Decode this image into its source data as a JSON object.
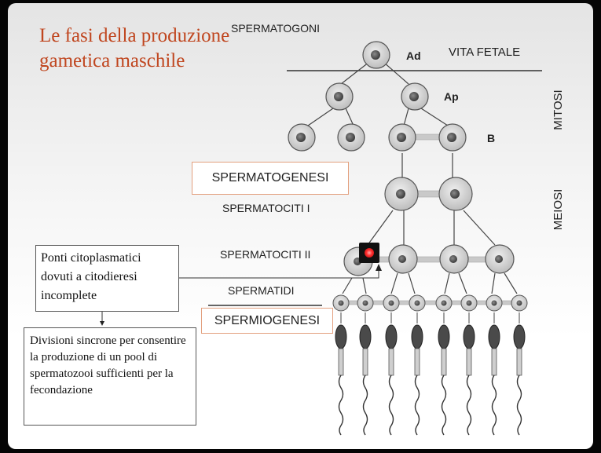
{
  "slide": {
    "title": "Le fasi della produzione gametica maschile"
  },
  "labels": {
    "spermatogoni": "SPERMATOGONI",
    "ad": "Ad",
    "ap": "Ap",
    "b": "B",
    "vita_fetale": "VITA FETALE",
    "mitosi": "MITOSI",
    "meiosi": "MEIOSI",
    "spermatogenesi": "SPERMATOGENESI",
    "spermatociti_1": "SPERMATOCITI I",
    "spermatociti_2": "SPERMATOCITI II",
    "spermatidi": "SPERMATIDI",
    "spermiogenesi": "SPERMIOGENESI"
  },
  "notes": {
    "ponti": "Ponti citoplasmatici dovuti a citodieresi incomplete",
    "divisioni": "Divisioni sincrone per consentire la produzione di un pool di spermatozooi sufficienti per la fecondazione"
  },
  "colors": {
    "cell_fill": "#d9d9d9",
    "cell_nucleus": "#555555",
    "title_color": "#c0461f",
    "box_border": "#e3a07e",
    "recording_cursor": "#ff3333"
  }
}
